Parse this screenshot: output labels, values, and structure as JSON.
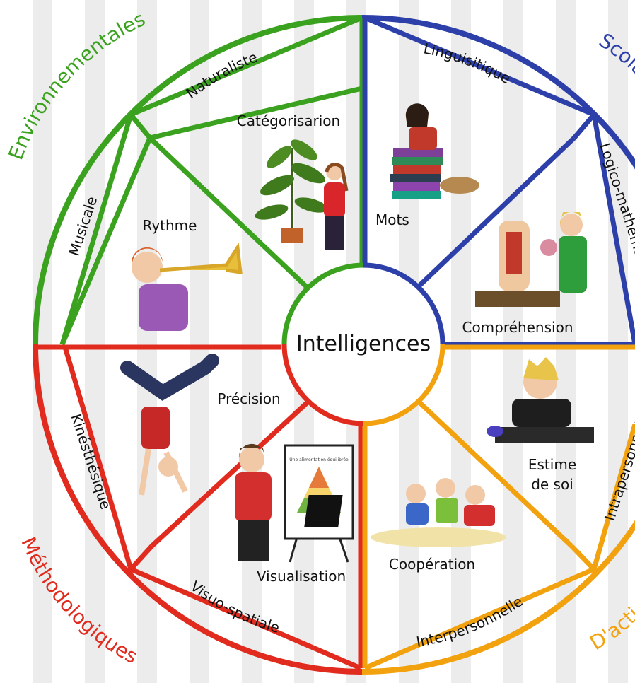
{
  "center": {
    "label": "Intelligences"
  },
  "groups": [
    {
      "id": "env",
      "label": "Environnementales",
      "color": "#3aa21e"
    },
    {
      "id": "scol",
      "label": "Scolaires",
      "color": "#2d3fa8"
    },
    {
      "id": "meth",
      "label": "Méthodologiques",
      "color": "#e02b1e"
    },
    {
      "id": "dact",
      "label": "D'action",
      "color": "#f2a20e"
    }
  ],
  "intelligences": [
    {
      "id": "naturaliste",
      "label": "Naturaliste"
    },
    {
      "id": "musicale",
      "label": "Musicale"
    },
    {
      "id": "linguistique",
      "label": "Linguisitique"
    },
    {
      "id": "logico",
      "label": "Logico-mathématique"
    },
    {
      "id": "kinesthesique",
      "label": "Kinésthésique"
    },
    {
      "id": "visuo",
      "label": "Visuo-spatiale"
    },
    {
      "id": "interpersonnelle",
      "label": "Interpersonnelle"
    },
    {
      "id": "intrapersonnelle",
      "label": "Intrapersonnelle"
    }
  ],
  "skills": [
    {
      "id": "categorisation",
      "label": "Catégorisarion"
    },
    {
      "id": "rythme",
      "label": "Rythme"
    },
    {
      "id": "mots",
      "label": "Mots"
    },
    {
      "id": "comprehension",
      "label": "Compréhension"
    },
    {
      "id": "precision",
      "label": "Précision"
    },
    {
      "id": "visualisation",
      "label": "Visualisation"
    },
    {
      "id": "cooperation",
      "label": "Coopération"
    },
    {
      "id": "estime_line1",
      "label": "Estime"
    },
    {
      "id": "estime_line2",
      "label": "de soi"
    }
  ],
  "poster": {
    "title": "Une alimentation équilibrée"
  }
}
